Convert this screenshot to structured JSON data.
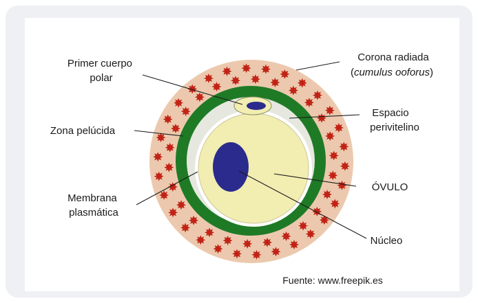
{
  "labels": {
    "primer_cuerpo_polar": [
      "Primer cuerpo",
      "polar"
    ],
    "corona_radiada": "Corona radiada",
    "cumulus_ooforus": "cumulus ooforus",
    "espacio_perivitelino": [
      "Espacio",
      "perivitelino"
    ],
    "zona_pelucida": "Zona pelúcida",
    "ovulo": "ÓVULO",
    "membrana_plasmatica": [
      "Membrana",
      "plasmática"
    ],
    "nucleo": "Núcleo"
  },
  "source": "Fuente: www.freepik.es",
  "colors": {
    "corona": "#ecc9ae",
    "corona_cell": "#c12416",
    "zona_pelucida": "#1f7a26",
    "perivitelline": "#e6e8e0",
    "ovum": "#f2edb1",
    "nucleus": "#2a2b8c"
  }
}
